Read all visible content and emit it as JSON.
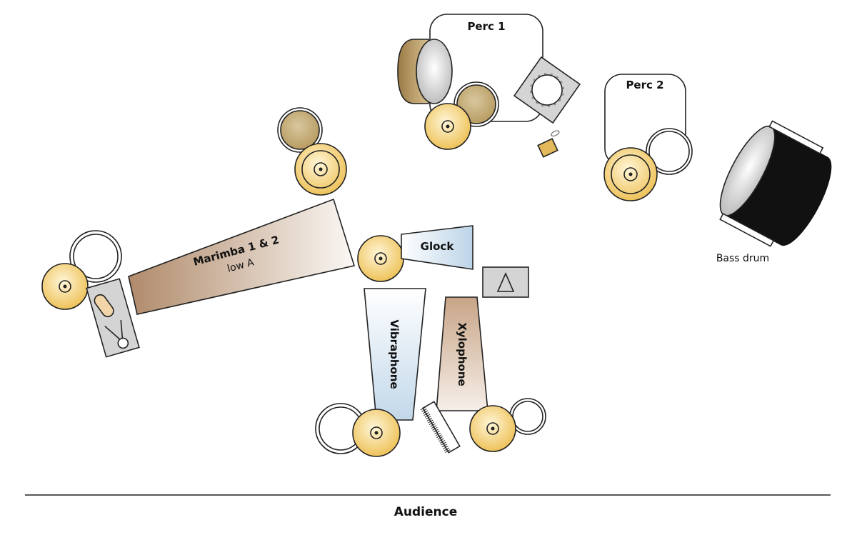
{
  "labels": {
    "perc1": "Perc 1",
    "perc2": "Perc 2",
    "bass_drum": "Bass drum",
    "marimba": "Marimba 1 & 2",
    "marimba_sub": "low A",
    "glock": "Glock",
    "vibraphone": "Vibraphone",
    "xylophone": "Xylophone",
    "audience": "Audience"
  },
  "colors": {
    "cymbal": "#f2cc6a",
    "drum_tan": "#c9b07a",
    "table_gray": "#d4d4d4",
    "marimba_wood": "#b08a6a",
    "glock_blue": "#cfe0ee",
    "bass_drum": "#111111"
  }
}
